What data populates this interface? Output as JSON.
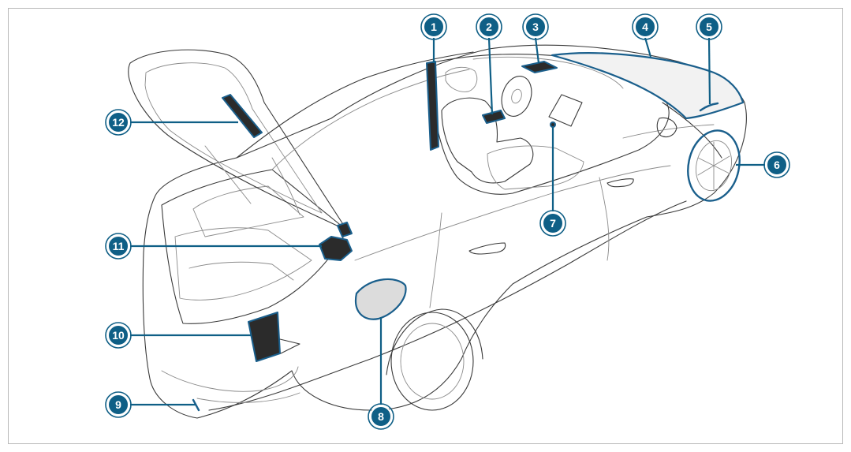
{
  "callouts": [
    {
      "label": "1"
    },
    {
      "label": "2"
    },
    {
      "label": "3"
    },
    {
      "label": "4"
    },
    {
      "label": "5"
    },
    {
      "label": "6"
    },
    {
      "label": "7"
    },
    {
      "label": "8"
    },
    {
      "label": "9"
    },
    {
      "label": "10"
    },
    {
      "label": "11"
    },
    {
      "label": "12"
    }
  ],
  "colors": {
    "callout_fill": "#0f5f86",
    "highlight_stroke": "#1a5f8c",
    "outline": "#3a3a3a"
  }
}
